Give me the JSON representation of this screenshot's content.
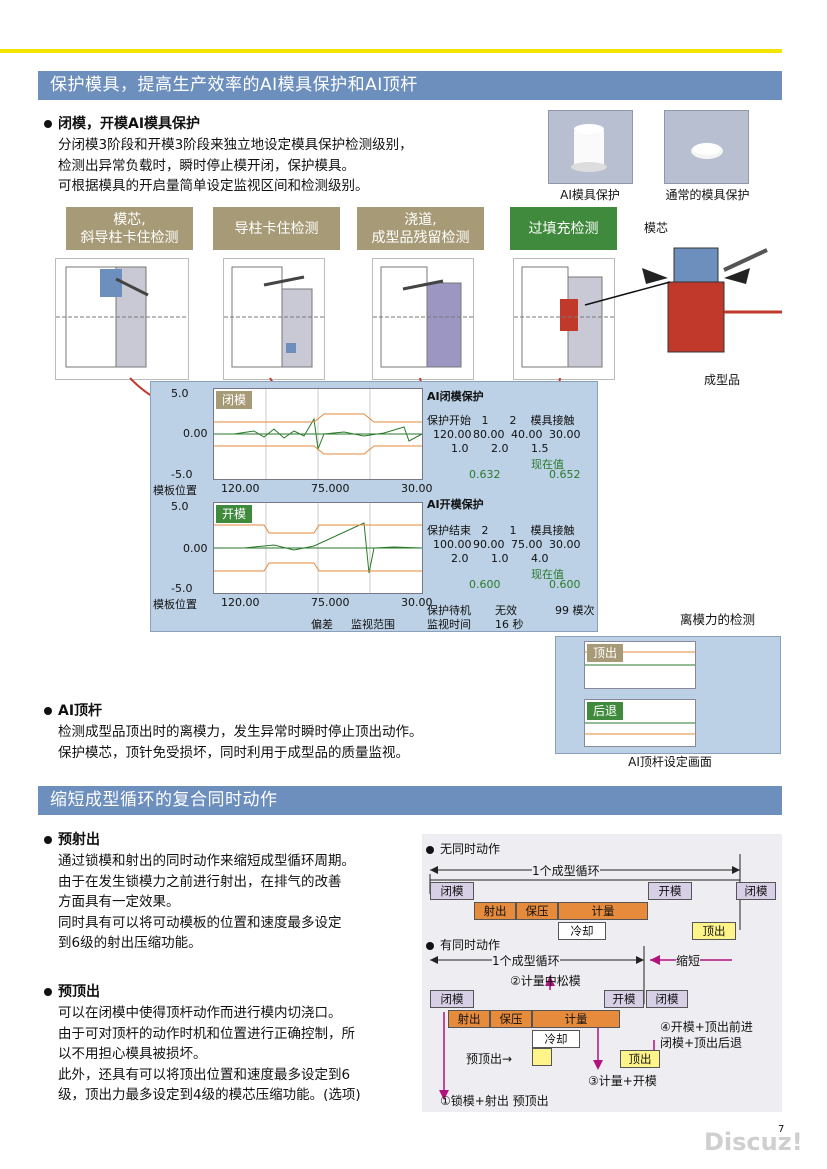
{
  "sections": {
    "s1_title": "保护模具，提高生产效率的AI模具保护和AI顶杆",
    "s2_title": "缩短成型循环的复合同时动作"
  },
  "ai_protect": {
    "title": "闭模，开模AI模具保护",
    "lines": [
      "分闭模3阶段和开模3阶段来独立地设定模具保护检测级别，",
      "检测出异常负载时，瞬时停止模开闭，保护模具。",
      "可根据模具的开启量简单设定监视区间和检测级别。"
    ],
    "photo1_caption": "AI模具保护",
    "photo2_caption": "通常的模具保护",
    "labels": [
      "模芯,\n斜导柱卡住检测",
      "导柱卡住检测",
      "浇道,\n成型品残留检测",
      "过填充检测"
    ],
    "label_mocore": "模芯",
    "label_part": "成型品"
  },
  "screen": {
    "close_tag": "闭模",
    "open_tag": "开模",
    "title_close": "AI闭模保护",
    "title_open": "AI开模保护",
    "y_top": "5.0",
    "y_mid": "0.00",
    "y_bot": "-5.0",
    "pos_label": "模板位置",
    "pos_vals": [
      "120.00",
      "75.000",
      "30.00"
    ],
    "row_close1": "保护开始   1      2    模具接触",
    "row_close_vals": [
      "120.00",
      "80.00",
      "40.00",
      "30.00"
    ],
    "row_close_lv": [
      "1.0",
      "2.0",
      "1.5"
    ],
    "now_val": "现在值",
    "close_now": [
      "0.632",
      "0.652"
    ],
    "row_open1": "保护结束   2      1    模具接触",
    "row_open_vals": [
      "100.00",
      "90.00",
      "75.00",
      "30.00"
    ],
    "row_open_lv": [
      "2.0",
      "1.0",
      "4.0"
    ],
    "open_now": [
      "0.600",
      "0.600"
    ],
    "bottom_left": "偏差",
    "bottom_mid": "监视范围",
    "bottom_r1": "保护待机",
    "bottom_r2": "监视时间",
    "bottom_r1v": "无效",
    "bottom_r2v": "16 秒",
    "bottom_r3": "99 模次"
  },
  "ai_ejector": {
    "title": "AI顶杆",
    "lines": [
      "检测成型品顶出时的离模力，发生异常时瞬时停止顶出动作。",
      "保护模芯，顶针免受损坏，同时利用于成型品的质量监视。"
    ],
    "detect_caption": "离模力的检测",
    "tag_out": "顶出",
    "tag_back": "后退",
    "screen_caption": "AI顶杆设定画面"
  },
  "preinject": {
    "title": "预射出",
    "lines": [
      "通过锁模和射出的同时动作来缩短成型循环周期。",
      "由于在发生锁模力之前进行射出，在排气的改善",
      "方面具有一定效果。",
      "同时具有可以将可动模板的位置和速度最多设定",
      "到6级的射出压缩功能。"
    ]
  },
  "preeject": {
    "title": "预顶出",
    "lines": [
      "可以在闭模中使得顶杆动作而进行模内切浇口。",
      "由于可对顶杆的动作时机和位置进行正确控制，所",
      "以不用担心模具被损坏。",
      "此外，还具有可以将顶出位置和速度最多设定到6",
      "级，顶出力最多设定到4级的模芯压缩功能。(选项)"
    ]
  },
  "timing": {
    "no_sync": "无同时动作",
    "cycle": "1个成型循环",
    "close": "闭模",
    "inject": "射出",
    "hold": "保压",
    "meter": "计量",
    "cool": "冷却",
    "open": "开模",
    "eject": "顶出",
    "with_sync": "有同时动作",
    "shorten": "缩短",
    "n2": "②计量中松模",
    "pre_eject": "预顶出→",
    "n3": "③计量+开模",
    "n4a": "④开模+顶出前进",
    "n4b": "闭模+顶出后退",
    "n1": "①锁模+射出  预顶出"
  },
  "footer": {
    "page": "7",
    "watermark": "Discuz!"
  },
  "colors": {
    "band": "#6d8fbd",
    "yellow": "#f2e600",
    "tan": "#a79b77",
    "green": "#3f8a3c",
    "orange": "#e68a3c",
    "purple": "#d7cfe6",
    "lightyellow": "#fff48a",
    "magenta": "#b0127e",
    "red": "#c1392b"
  }
}
